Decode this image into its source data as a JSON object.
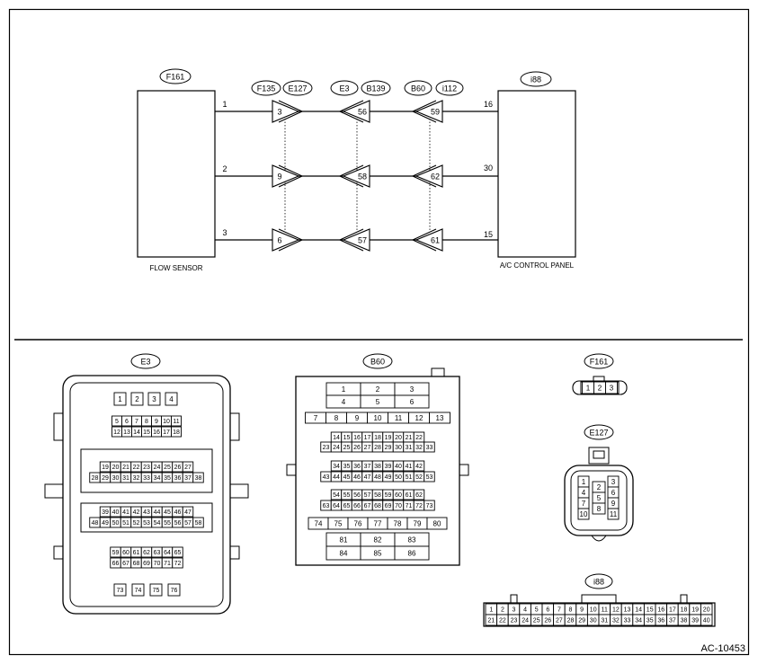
{
  "wiring": {
    "flow_sensor": {
      "code": "F161",
      "label": "FLOW SENSOR",
      "pins": [
        "1",
        "2",
        "3"
      ]
    },
    "control_panel": {
      "code": "i88",
      "label": "A/C CONTROL PANEL",
      "pins": [
        "16",
        "30",
        "15"
      ]
    },
    "conn_a": {
      "codes": [
        "F135",
        "E127"
      ],
      "pins": [
        "3",
        "9",
        "6"
      ]
    },
    "conn_b": {
      "codes": [
        "E3",
        "B139"
      ],
      "pins": [
        "56",
        "58",
        "57"
      ]
    },
    "conn_c": {
      "codes": [
        "B60",
        "i112"
      ],
      "pins": [
        "59",
        "62",
        "61"
      ]
    }
  },
  "connectors": {
    "e3": {
      "code": "E3",
      "rows": [
        [
          "1",
          "2",
          "3",
          "4"
        ],
        [
          "5",
          "6",
          "7",
          "8",
          "9",
          "10",
          "11"
        ],
        [
          "12",
          "13",
          "14",
          "15",
          "16",
          "17",
          "18"
        ],
        [
          "19",
          "20",
          "21",
          "22",
          "23",
          "24",
          "25",
          "26",
          "27"
        ],
        [
          "28",
          "29",
          "30",
          "31",
          "32",
          "33",
          "34",
          "35",
          "36",
          "37",
          "38"
        ],
        [
          "39",
          "40",
          "41",
          "42",
          "43",
          "44",
          "45",
          "46",
          "47"
        ],
        [
          "48",
          "49",
          "50",
          "51",
          "52",
          "53",
          "54",
          "55",
          "56",
          "57",
          "58"
        ],
        [
          "59",
          "60",
          "61",
          "62",
          "63",
          "64",
          "65"
        ],
        [
          "66",
          "67",
          "68",
          "69",
          "70",
          "71",
          "72"
        ],
        [
          "73",
          "74",
          "75",
          "76"
        ]
      ]
    },
    "b60": {
      "code": "B60",
      "rows": [
        [
          "1",
          "2",
          "3"
        ],
        [
          "4",
          "5",
          "6"
        ],
        [
          "7",
          "8",
          "9",
          "10",
          "11",
          "12",
          "13"
        ],
        [
          "14",
          "15",
          "16",
          "17",
          "18",
          "19",
          "20",
          "21",
          "22"
        ],
        [
          "23",
          "24",
          "25",
          "26",
          "27",
          "28",
          "29",
          "30",
          "31",
          "32",
          "33"
        ],
        [
          "34",
          "35",
          "36",
          "37",
          "38",
          "39",
          "40",
          "41",
          "42"
        ],
        [
          "43",
          "44",
          "45",
          "46",
          "47",
          "48",
          "49",
          "50",
          "51",
          "52",
          "53"
        ],
        [
          "54",
          "55",
          "56",
          "57",
          "58",
          "59",
          "60",
          "61",
          "62"
        ],
        [
          "63",
          "64",
          "65",
          "66",
          "67",
          "68",
          "69",
          "70",
          "71",
          "72",
          "73"
        ],
        [
          "74",
          "75",
          "76",
          "77",
          "78",
          "79",
          "80"
        ],
        [
          "81",
          "82",
          "83"
        ],
        [
          "84",
          "85",
          "86"
        ]
      ]
    },
    "f161": {
      "code": "F161",
      "pins": [
        "1",
        "2",
        "3"
      ]
    },
    "e127": {
      "code": "E127",
      "left": [
        "1",
        "4",
        "7",
        "10"
      ],
      "middle": [
        "2",
        "5",
        "8"
      ],
      "right": [
        "3",
        "6",
        "9",
        "11"
      ]
    },
    "i88": {
      "code": "i88",
      "rows": [
        [
          "1",
          "2",
          "3",
          "4",
          "5",
          "6",
          "7",
          "8",
          "9",
          "10",
          "11",
          "12",
          "13",
          "14",
          "15",
          "16",
          "17",
          "18",
          "19",
          "20"
        ],
        [
          "21",
          "22",
          "23",
          "24",
          "25",
          "26",
          "27",
          "28",
          "29",
          "30",
          "31",
          "32",
          "33",
          "34",
          "35",
          "36",
          "37",
          "38",
          "39",
          "40"
        ]
      ]
    }
  },
  "figure_id": "AC-10453"
}
